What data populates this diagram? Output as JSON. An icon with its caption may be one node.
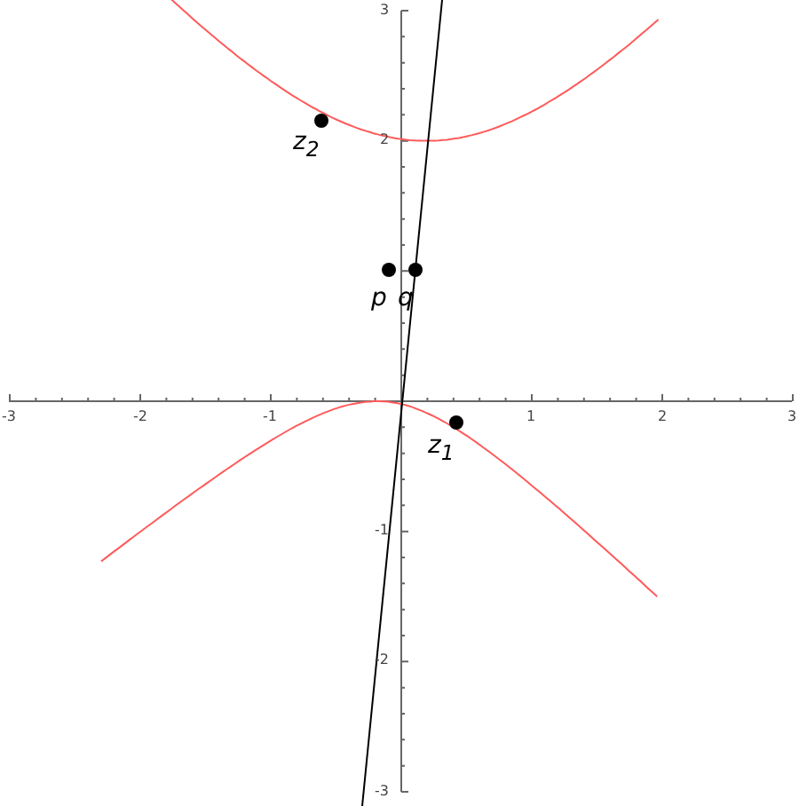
{
  "diagram": {
    "labels": [
      "3",
      "2",
      "-3",
      "-2",
      "-1",
      "1",
      "2",
      "3",
      "-1",
      "-2",
      "-3",
      "z$_{2}$",
      "p",
      "q",
      "z$_{1}$"
    ]
  }
}
